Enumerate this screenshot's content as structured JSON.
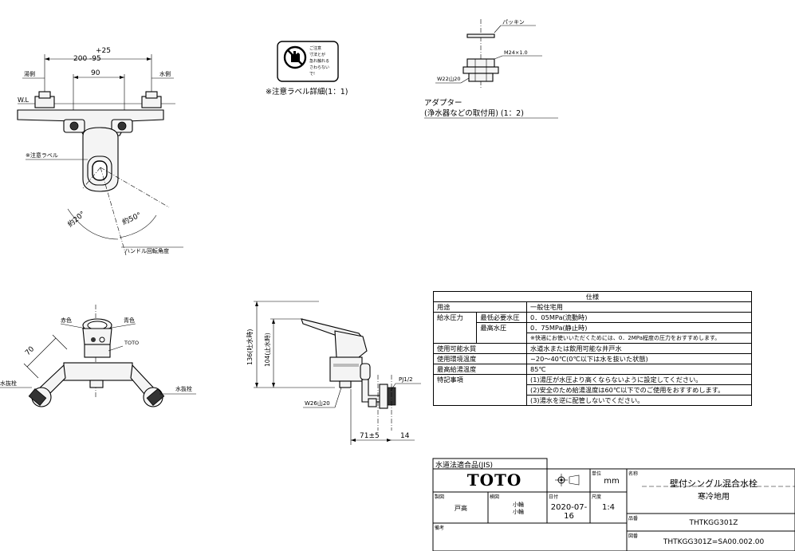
{
  "top_view": {
    "dim_top_plus": "+25",
    "dim_top_main": "200  -95",
    "dim_90": "90",
    "label_hot": "湯側",
    "label_cold": "水側",
    "label_wl": "W.L",
    "label_caution": "※注意ラベル",
    "angle_left": "約20°",
    "angle_right": "約50°",
    "handle_angle": "ハンドル回転角度"
  },
  "caution_label": {
    "icon_text": "ご注意 寸法とが 急れ触れる さわらない で!",
    "caption": "※注意ラベル詳細(1：1)"
  },
  "adapter": {
    "packing": "パッキン",
    "m24": "M24×1.0",
    "w22": "W22山20",
    "caption_line1": "アダプター",
    "caption_line2": "(浄水器などの取付用)  (1：2)"
  },
  "front_view": {
    "red": "赤色",
    "blue": "青色",
    "toto": "TOTO",
    "dim_70": "70",
    "drain_left": "水抜栓",
    "drain_right": "水抜栓"
  },
  "side_view": {
    "dim_136": "136(吐水時)",
    "dim_104": "104(止水時)",
    "w26": "W26山20",
    "pj": "PJ1/2",
    "dim_71": "71±5",
    "dim_14": "14"
  },
  "spec": {
    "title": "仕様",
    "rows": [
      {
        "label": "用途",
        "sub": "",
        "value": "一般住宅用"
      },
      {
        "label": "給水圧力",
        "sub": "最低必要水圧",
        "value": "0．05MPa(流動時)"
      },
      {
        "label": "",
        "sub": "最高水圧",
        "value": "0．75MPa(静止時)"
      },
      {
        "label": "",
        "sub": "",
        "value": "※快適にお使いいただくためには、0．2MPa程度の圧力をおすすめします。"
      },
      {
        "label": "使用可能水質",
        "sub": "",
        "value": "水道水または飲用可能な井戸水"
      },
      {
        "label": "使用環境温度",
        "sub": "",
        "value": "−20～40℃(0℃以下は水を抜いた状態)"
      },
      {
        "label": "最高給湯温度",
        "sub": "",
        "value": "85℃"
      },
      {
        "label": "特記事項",
        "sub": "",
        "value": "(1)湯圧が水圧より高くならないように設定してください。"
      },
      {
        "label": "",
        "sub": "",
        "value": "(2)安全のため給湯温度は60℃以下でのご使用をおすすめします。"
      },
      {
        "label": "",
        "sub": "",
        "value": "(3)湯水を逆に配管しないでください。"
      }
    ]
  },
  "title_block": {
    "jis": "水道法適合品(JIS)",
    "logo": "TOTO",
    "unit_label": "単位",
    "unit": "mm",
    "name_label": "名称",
    "name_line1": "壁付シングル混合水栓",
    "name_line2": "寒冷地用",
    "drawn_label": "製図",
    "drawn": "戸高",
    "checked_label": "検図",
    "checked1": "小輪",
    "checked2": "小輪",
    "date_label": "日付",
    "date": "2020-07-16",
    "scale_label": "尺度",
    "scale": "1:4",
    "part_label": "品番",
    "part": "THTKGG301Z",
    "drawing_label": "図番",
    "drawing_no": "THTKGG301Z=SA00.002.00",
    "remarks_label": "備考"
  }
}
